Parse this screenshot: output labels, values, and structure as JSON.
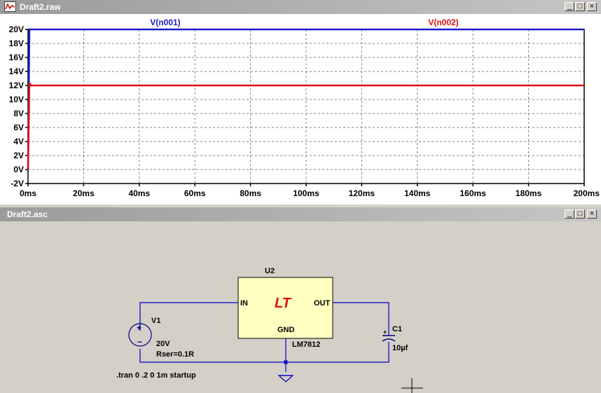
{
  "waveform_window": {
    "title": "Draft2.raw",
    "icon": "waveform-icon",
    "buttons": {
      "minimize": "_",
      "maximize": "□",
      "close": "×"
    }
  },
  "schematic_window": {
    "title": "Draft2.asc",
    "buttons": {
      "minimize": "_",
      "maximize": "□",
      "close": "×"
    }
  },
  "colors": {
    "series_v001": "#1c1cc8",
    "series_v002": "#e01010",
    "wire": "#0000c0",
    "component_fill": "#ffffc0"
  },
  "chart_data": {
    "type": "line",
    "x_tick_labels": [
      "0ms",
      "20ms",
      "40ms",
      "60ms",
      "80ms",
      "100ms",
      "120ms",
      "140ms",
      "160ms",
      "180ms",
      "200ms"
    ],
    "y_tick_labels": [
      "20V",
      "18V",
      "16V",
      "14V",
      "12V",
      "10V",
      "8V",
      "6V",
      "4V",
      "2V",
      "0V",
      "-2V"
    ],
    "xlim": [
      0,
      200
    ],
    "ylim": [
      -2,
      20
    ],
    "grid": true,
    "series": [
      {
        "name": "V(n001)",
        "x": [
          0,
          0.5,
          200
        ],
        "y": [
          0,
          20,
          20
        ]
      },
      {
        "name": "V(n002)",
        "x": [
          0,
          0.5,
          1.0,
          200
        ],
        "y": [
          0,
          12.4,
          12,
          12
        ]
      }
    ]
  },
  "schematic": {
    "regulator": {
      "ref": "U2",
      "part": "LM7812",
      "pin_in": "IN",
      "pin_out": "OUT",
      "pin_gnd": "GND",
      "logo": "LT"
    },
    "source": {
      "ref": "V1",
      "value": "20V",
      "param": "Rser=0.1R",
      "plus": "+",
      "minus": "−"
    },
    "capacitor": {
      "ref": "C1",
      "value": "10µf",
      "plus": "+"
    },
    "directive": ".tran 0 .2 0 1m startup"
  }
}
